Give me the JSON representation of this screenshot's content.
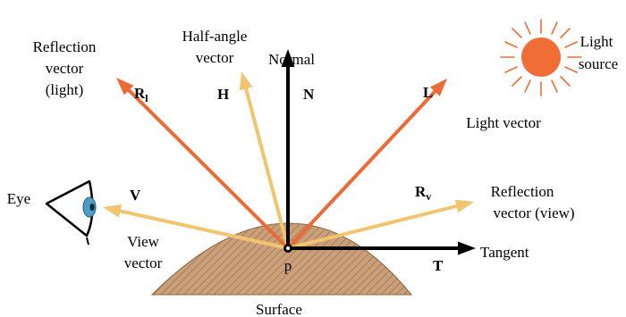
{
  "colors": {
    "orange": "#ec6a35",
    "yellow": "#f3c46e",
    "black": "#000000",
    "sun": "#f06d35",
    "surface": "#c49a72",
    "eye": "#4a9ec8"
  },
  "labels": {
    "reflection_light": [
      "Reflection",
      "vector",
      "(light)"
    ],
    "half_angle": [
      "Half-angle",
      "vector"
    ],
    "normal": "Normal",
    "light_source": [
      "Light",
      "source"
    ],
    "light_vector": "Light vector",
    "eye": "Eye",
    "view_vector": [
      "View",
      "vector"
    ],
    "reflection_view": [
      "Reflection",
      "vector (view)"
    ],
    "tangent": "Tangent",
    "surface": "Surface",
    "point": "p"
  },
  "symbols": {
    "r_light": "R",
    "r_light_sub": "l",
    "h": "H",
    "n": "N",
    "l": "L",
    "v": "V",
    "r_view": "R",
    "r_view_sub": "v",
    "t": "T"
  },
  "icons": {
    "sun": "sun-icon",
    "eye": "eye-icon"
  }
}
